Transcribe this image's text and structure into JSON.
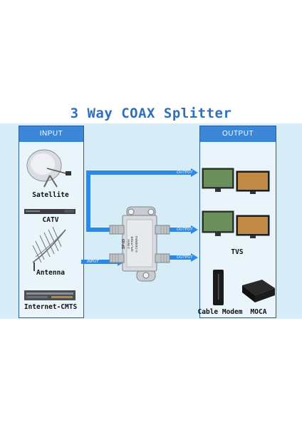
{
  "title": "3 Way COAX Splitter",
  "input_column": {
    "header": "INPUT",
    "sources": [
      {
        "label": "Satellite",
        "icon": "satellite-dish-icon"
      },
      {
        "label": "CATV",
        "icon": "catv-rack-icon"
      },
      {
        "label": "Antenna",
        "icon": "yagi-antenna-icon"
      },
      {
        "label": "Internet-CMTS",
        "icon": "cmts-device-icon"
      }
    ]
  },
  "output_column": {
    "header": "OUTPUT",
    "tvs_label": "TVS",
    "devices": [
      {
        "label": "Cable Modem",
        "icon": "cable-modem-icon"
      },
      {
        "label": "MOCA",
        "icon": "moca-box-icon"
      }
    ]
  },
  "arrows": {
    "input": "INPUT",
    "output_1": "OUTPUT",
    "output_2": "OUTPUT",
    "output_3": "OUTPUT"
  },
  "splitter": {
    "model": "SP-03",
    "lines": [
      "3 WAY",
      "SPLITTER",
      "5-2400MHz"
    ]
  },
  "colors": {
    "title": "#2f6fbf",
    "band": "#d6ecf7",
    "header": "#3b86d6",
    "arrow": "#2a8ae6"
  }
}
